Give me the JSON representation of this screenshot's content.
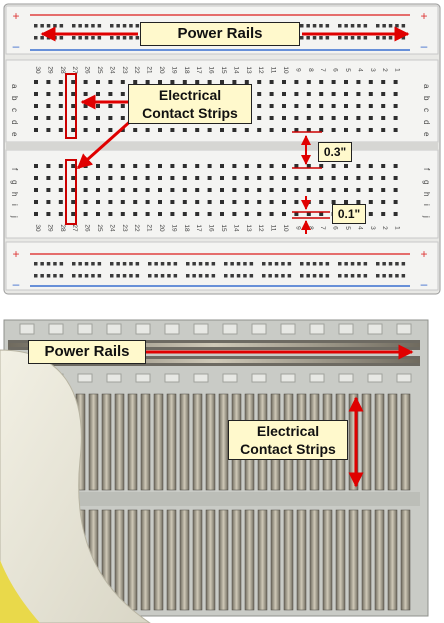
{
  "top_panel": {
    "power_rails_label": "Power Rails",
    "contact_strips_label_line1": "Electrical",
    "contact_strips_label_line2": "Contact Strips",
    "dim_row_gap": "0.3\"",
    "dim_pitch": "0.1\"",
    "rail_plus": "+",
    "rail_minus": "–",
    "row_letters_top": [
      "a",
      "b",
      "c",
      "d",
      "e"
    ],
    "row_letters_bottom": [
      "f",
      "g",
      "h",
      "i",
      "j"
    ],
    "column_numbers": [
      "30",
      "29",
      "28",
      "27",
      "26",
      "25",
      "24",
      "23",
      "22",
      "21",
      "20",
      "19",
      "18",
      "17",
      "16",
      "15",
      "14",
      "13",
      "12",
      "11",
      "10",
      "9",
      "8",
      "7",
      "6",
      "5",
      "4",
      "3",
      "2",
      "1"
    ]
  },
  "bottom_panel": {
    "power_rails_label": "Power Rails",
    "contact_strips_label_line1": "Electrical",
    "contact_strips_label_line2": "Contact Strips"
  },
  "colors": {
    "rail_red": "#e04040",
    "rail_blue": "#3a6fd0",
    "arrow_red": "#e00000",
    "label_fill": "#fff9cc",
    "board_white": "#f4f4f2",
    "metal": "#a8a394",
    "plastic_gray": "#c9cbc6"
  }
}
